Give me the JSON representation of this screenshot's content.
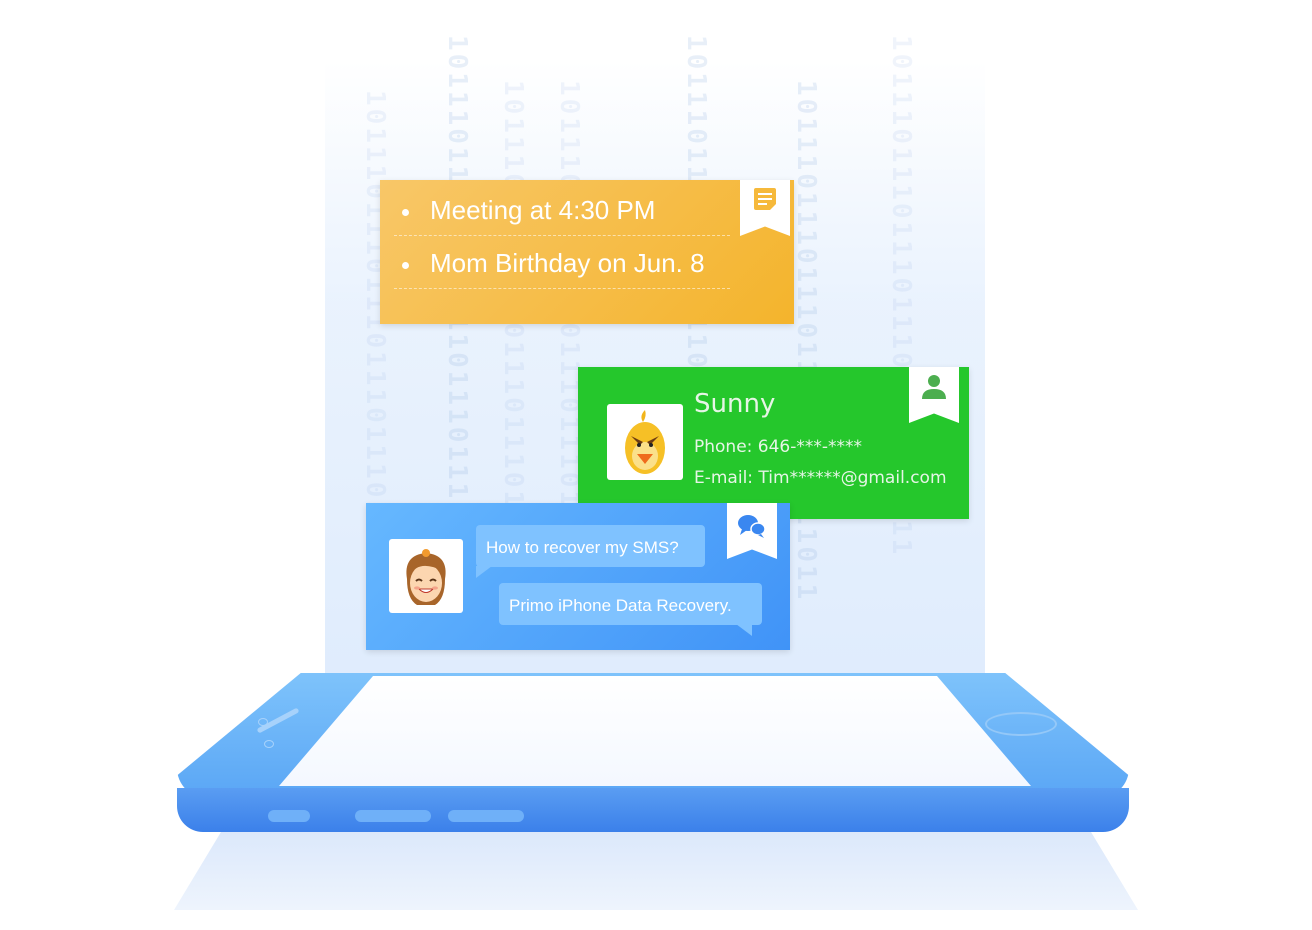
{
  "background": {
    "binary_digits": "1011101110111011101110111011"
  },
  "notes_card": {
    "items": [
      "Meeting at 4:30 PM",
      "Mom Birthday on Jun. 8"
    ],
    "color": "#F5B73A",
    "icon": "notes-icon"
  },
  "contact_card": {
    "name": "Sunny",
    "phone": "Phone: 646-***-****",
    "email": "E-mail: Tim******@gmail.com",
    "color": "#25C72C",
    "icon": "contact-person-icon",
    "avatar": "yellow-bird-avatar"
  },
  "message_card": {
    "question": "How to recover my SMS?",
    "answer": "Primo iPhone Data Recovery.",
    "color": "#4A9BF9",
    "icon": "chat-bubbles-icon",
    "avatar": "girl-avatar"
  },
  "phone": {
    "color": "#4A93F2"
  }
}
